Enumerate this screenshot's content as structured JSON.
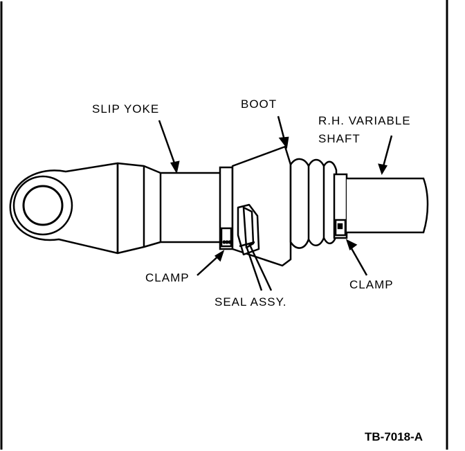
{
  "labels": {
    "slip_yoke": "SLIP YOKE",
    "boot": "BOOT",
    "rh_variable_shaft_line1": "R.H. VARIABLE",
    "rh_variable_shaft_line2": "SHAFT",
    "clamp_left": "CLAMP",
    "seal_assy": "SEAL ASSY.",
    "clamp_right": "CLAMP"
  },
  "figure_id": "TB-7018-A"
}
